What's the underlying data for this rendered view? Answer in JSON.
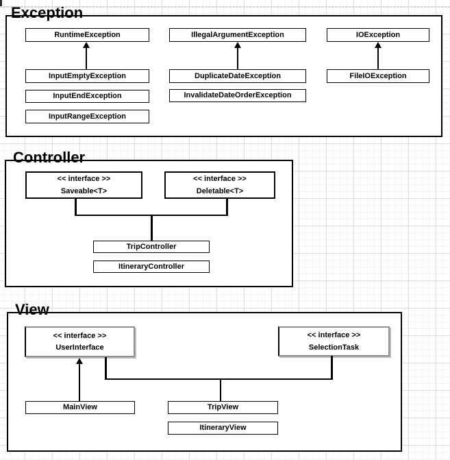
{
  "diagram": {
    "groups": [
      {
        "title": "Exception",
        "boxes": [
          "RuntimeException",
          "IllegalArgumentException",
          "IOException",
          "InputEmptyException",
          "DuplicateDateException",
          "FileIOException",
          "InputEndException",
          "InvalidateDateOrderException",
          "InputRangeException"
        ],
        "edges": [
          {
            "from": "InputEmptyException",
            "to": "RuntimeException",
            "type": "arrow"
          },
          {
            "from": "DuplicateDateException",
            "to": "IllegalArgumentException",
            "type": "arrow"
          },
          {
            "from": "FileIOException",
            "to": "IOException",
            "type": "arrow"
          }
        ]
      },
      {
        "title": "Controller",
        "interfaces": [
          {
            "stereotype": "<< interface >>",
            "name": "Saveable<T>"
          },
          {
            "stereotype": "<< interface >>",
            "name": "Deletable<T>"
          }
        ],
        "boxes": [
          "TripController",
          "ItineraryController"
        ],
        "edges": [
          {
            "from": "TripController",
            "to": "Saveable<T>",
            "type": "connector"
          },
          {
            "from": "TripController",
            "to": "Deletable<T>",
            "type": "connector"
          }
        ]
      },
      {
        "title": "View",
        "interfaces": [
          {
            "stereotype": "<< interface >>",
            "name": "UserInterface"
          },
          {
            "stereotype": "<< interface >>",
            "name": "SelectionTask"
          }
        ],
        "boxes": [
          "MainView",
          "TripView",
          "ItineraryView"
        ],
        "edges": [
          {
            "from": "MainView",
            "to": "UserInterface",
            "type": "arrow"
          },
          {
            "from": "TripView",
            "to": "UserInterface",
            "type": "connector"
          },
          {
            "from": "TripView",
            "to": "SelectionTask",
            "type": "connector"
          }
        ]
      }
    ],
    "colors": {
      "background": "#ffffff",
      "grid_minor": "#f4f4f4",
      "grid_major": "#dcdcdc",
      "shape_border": "#000000",
      "shape_fill": "#ffffff",
      "shadow": "#bcbcbc",
      "page_break": "#c9c9c9"
    }
  }
}
